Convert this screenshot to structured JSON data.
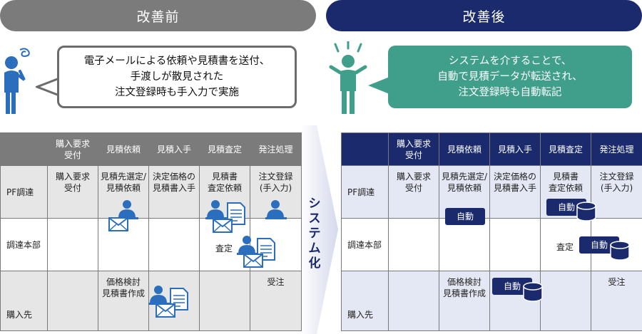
{
  "headers": {
    "before": "改善前",
    "after": "改善後"
  },
  "bubble_before": {
    "line1": "電子メールによる依頼や見積書を送付、",
    "line2": "手渡しが散見された",
    "line3": "注文登録時も手入力で実施"
  },
  "bubble_after": {
    "line1": "システムを介することで、",
    "line2": "自動で見積データが転送され、",
    "line3": "注文登録時も自動転記"
  },
  "system_arrow": "システム化",
  "columns": [
    {
      "line1": "購入要求",
      "line2": "受付"
    },
    {
      "line1": "見積依頼",
      "line2": ""
    },
    {
      "line1": "見積入手",
      "line2": ""
    },
    {
      "line1": "見積査定",
      "line2": ""
    },
    {
      "line1": "発注処理",
      "line2": ""
    }
  ],
  "rows": [
    "PF調達",
    "調達本部",
    "購入先"
  ],
  "cells": {
    "pf_req": {
      "line1": "購入要求",
      "line2": "受付"
    },
    "pf_quote": {
      "line1": "見積先選定/",
      "line2": "見積依頼"
    },
    "pf_get": {
      "line1": "決定価格の",
      "line2": "見積書入手"
    },
    "pf_eval": {
      "line1": "見積書",
      "line2": "査定依頼"
    },
    "pf_order": {
      "line1": "注文登録",
      "line2": "(手入力)",
      "line2_after": "(手入力)"
    },
    "hq_eval": "査定",
    "sup_quote": {
      "line1": "価格検討",
      "line2": "見積書作成"
    },
    "sup_order": "受注"
  },
  "auto_label": "自動",
  "colors": {
    "gray": "#7b7b7b",
    "navy": "#1a2a6c",
    "teal": "#3f9f8b",
    "icon_blue": "#2a6ebd"
  },
  "icons": [
    "worried-person-icon",
    "happy-person-icon",
    "worker-icon",
    "envelope-icon",
    "document-icon",
    "database-icon"
  ]
}
